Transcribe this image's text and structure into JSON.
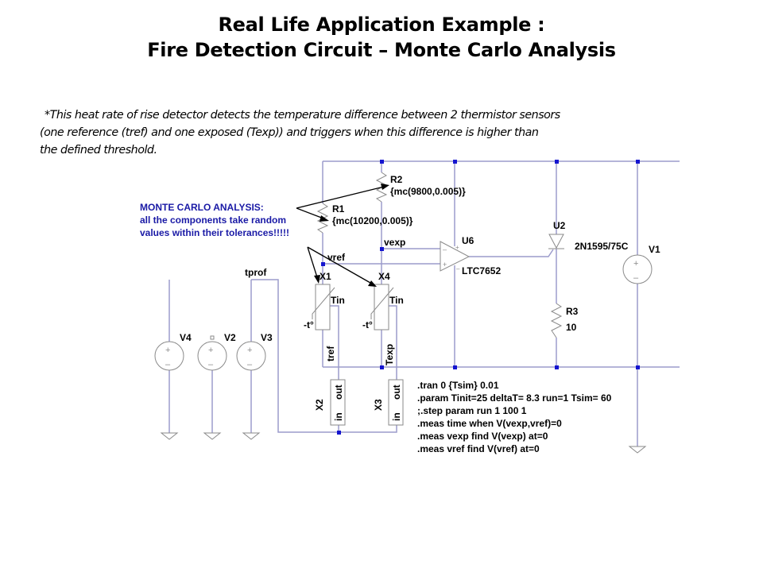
{
  "slide": {
    "title_line1": "Real Life Application Example :",
    "title_line2": "Fire Detection Circuit – Monte Carlo Analysis",
    "description": [
      "*This heat rate of rise detector detects the temperature difference between 2 thermistor sensors",
      "(one reference (tref) and one exposed (Texp)) and triggers when this difference is higher than",
      "the defined threshold."
    ]
  },
  "callout": {
    "lines": [
      "MONTE CARLO ANALYSIS:",
      "all the components take random",
      "values within their tolerances!!!!!"
    ],
    "color": "#1a1aa6"
  },
  "components": {
    "R1": {
      "ref": "R1",
      "value": "{mc(10200,0.005)}"
    },
    "R2": {
      "ref": "R2",
      "value": "{mc(9800,0.005)}"
    },
    "R3": {
      "ref": "R3",
      "value": "10"
    },
    "U6": {
      "ref": "U6",
      "value": "LTC7652"
    },
    "U2": {
      "ref": "U2",
      "value": "2N1595/75C"
    },
    "V1": {
      "ref": "V1"
    },
    "V2": {
      "ref": "V2"
    },
    "V3": {
      "ref": "V3"
    },
    "V4": {
      "ref": "V4"
    },
    "X1": {
      "ref": "X1",
      "pin": "Tin",
      "temp": "-t°"
    },
    "X4": {
      "ref": "X4",
      "pin": "Tin",
      "temp": "-t°"
    },
    "X2": {
      "ref": "X2",
      "pin_in": "in",
      "pin_out": "out"
    },
    "X3": {
      "ref": "X3",
      "pin_in": "in",
      "pin_out": "out"
    }
  },
  "nets": {
    "vexp": "vexp",
    "vref": "vref",
    "tprof": "tprof",
    "tref": "tref",
    "texp": "Texp"
  },
  "opamp_pins": {
    "minus": "–",
    "plus": "+"
  },
  "source_pins": {
    "plus": "+",
    "minus": "–"
  },
  "spice_directives": [
    ".tran 0 {Tsim} 0.01",
    ".param Tinit=25  deltaT= 8.3 run=1 Tsim= 60",
    ";.step param run 1 100 1",
    ".meas time when V(vexp,vref)=0",
    ".meas vexp  find V(vexp) at=0",
    ".meas vref find V(vref) at=0"
  ],
  "colors": {
    "wire": "#9c9ccc",
    "node": "#1515d0",
    "component": "#8a8a8a",
    "callout_text": "#1a1aa6"
  }
}
